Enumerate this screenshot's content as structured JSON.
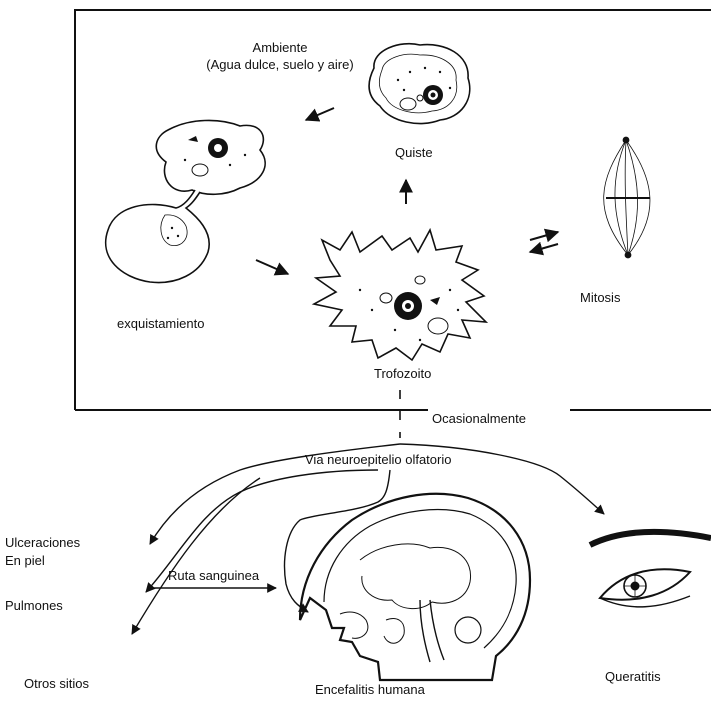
{
  "ambiente": {
    "title": "Ambiente",
    "subtitle": "(Agua dulce, suelo y aire)"
  },
  "stages": {
    "quiste": "Quiste",
    "mitosis": "Mitosis",
    "exquistamiento": "exquistamiento",
    "trofozoito": "Trofozoito"
  },
  "routes": {
    "ocasionalmente": "Ocasionalmente",
    "via": "Via neuroepitelio olfatorio",
    "ruta": "Ruta sanguinea"
  },
  "outcomes": {
    "ulceraciones": "Ulceraciones",
    "en_piel": "En piel",
    "pulmones": "Pulmones",
    "otros": "Otros sitios",
    "encefalitis": "Encefalitis humana",
    "queratitis": "Queratitis"
  },
  "colors": {
    "ink": "#111111",
    "background": "#ffffff"
  }
}
